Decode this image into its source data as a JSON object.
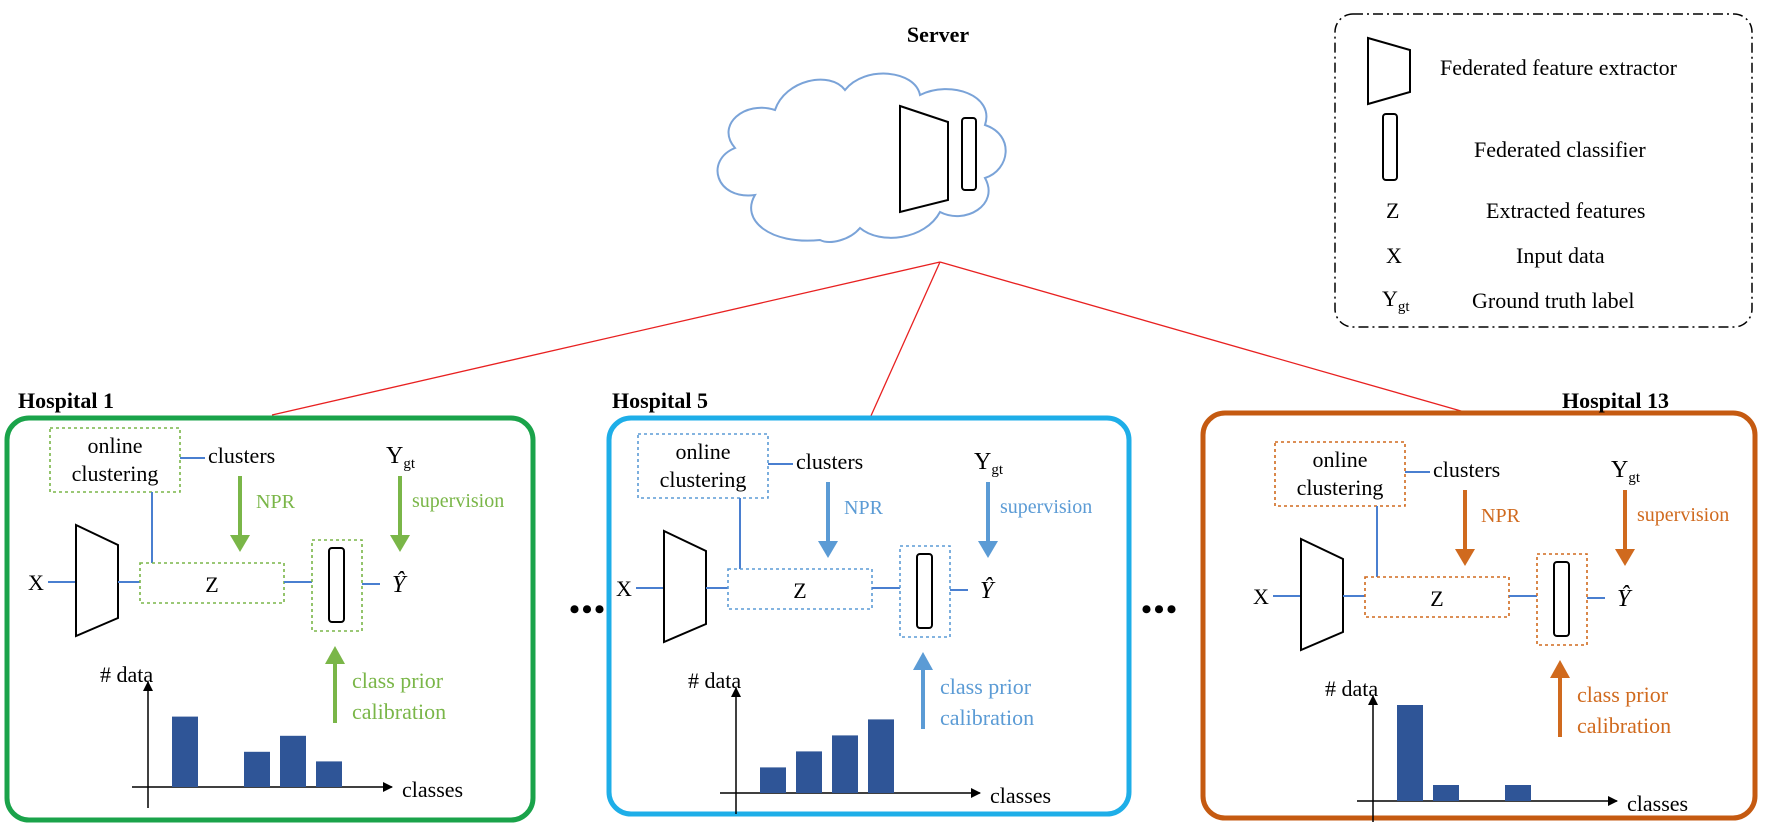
{
  "server": {
    "title": "Server"
  },
  "legend": {
    "extractor": "Federated feature extractor",
    "classifier": "Federated classifier",
    "z_symbol": "Z",
    "z_desc": "Extracted features",
    "x_symbol": "X",
    "x_desc": "Input data",
    "y_symbol": "Y",
    "y_sub": "gt",
    "y_desc": "Ground truth label"
  },
  "ellipsis": "•••",
  "hospitals": [
    {
      "title": "Hospital 1",
      "border_color": "#1aa34a",
      "accent_color": "#7ab648",
      "online_clustering": [
        "online",
        "clustering"
      ],
      "clusters": "clusters",
      "npr": "NPR",
      "supervision": "supervision",
      "y_gt": "Y",
      "y_sub": "gt",
      "x": "X",
      "z": "Z",
      "y_hat": "Ŷ",
      "calibration": [
        "class prior",
        "calibration"
      ],
      "data_label": "# data",
      "classes_label": "classes",
      "chart_data": {
        "type": "bar",
        "values": [
          2.2,
          0,
          1.1,
          1.6,
          0.8
        ]
      }
    },
    {
      "title": "Hospital 5",
      "border_color": "#1eaee8",
      "accent_color": "#5b9bd5",
      "online_clustering": [
        "online",
        "clustering"
      ],
      "clusters": "clusters",
      "npr": "NPR",
      "supervision": "supervision",
      "y_gt": "Y",
      "y_sub": "gt",
      "x": "X",
      "z": "Z",
      "y_hat": "Ŷ",
      "calibration": [
        "class prior",
        "calibration"
      ],
      "data_label": "# data",
      "classes_label": "classes",
      "chart_data": {
        "type": "bar",
        "values": [
          0.8,
          1.3,
          1.8,
          2.3
        ]
      }
    },
    {
      "title": "Hospital 13",
      "border_color": "#c55a11",
      "accent_color": "#d06a1e",
      "online_clustering": [
        "online",
        "clustering"
      ],
      "clusters": "clusters",
      "npr": "NPR",
      "supervision": "supervision",
      "y_gt": "Y",
      "y_sub": "gt",
      "x": "X",
      "z": "Z",
      "y_hat": "Ŷ",
      "calibration": [
        "class prior",
        "calibration"
      ],
      "data_label": "# data",
      "classes_label": "classes",
      "chart_data": {
        "type": "bar",
        "values": [
          3.0,
          0.5,
          0,
          0.5
        ]
      }
    }
  ]
}
